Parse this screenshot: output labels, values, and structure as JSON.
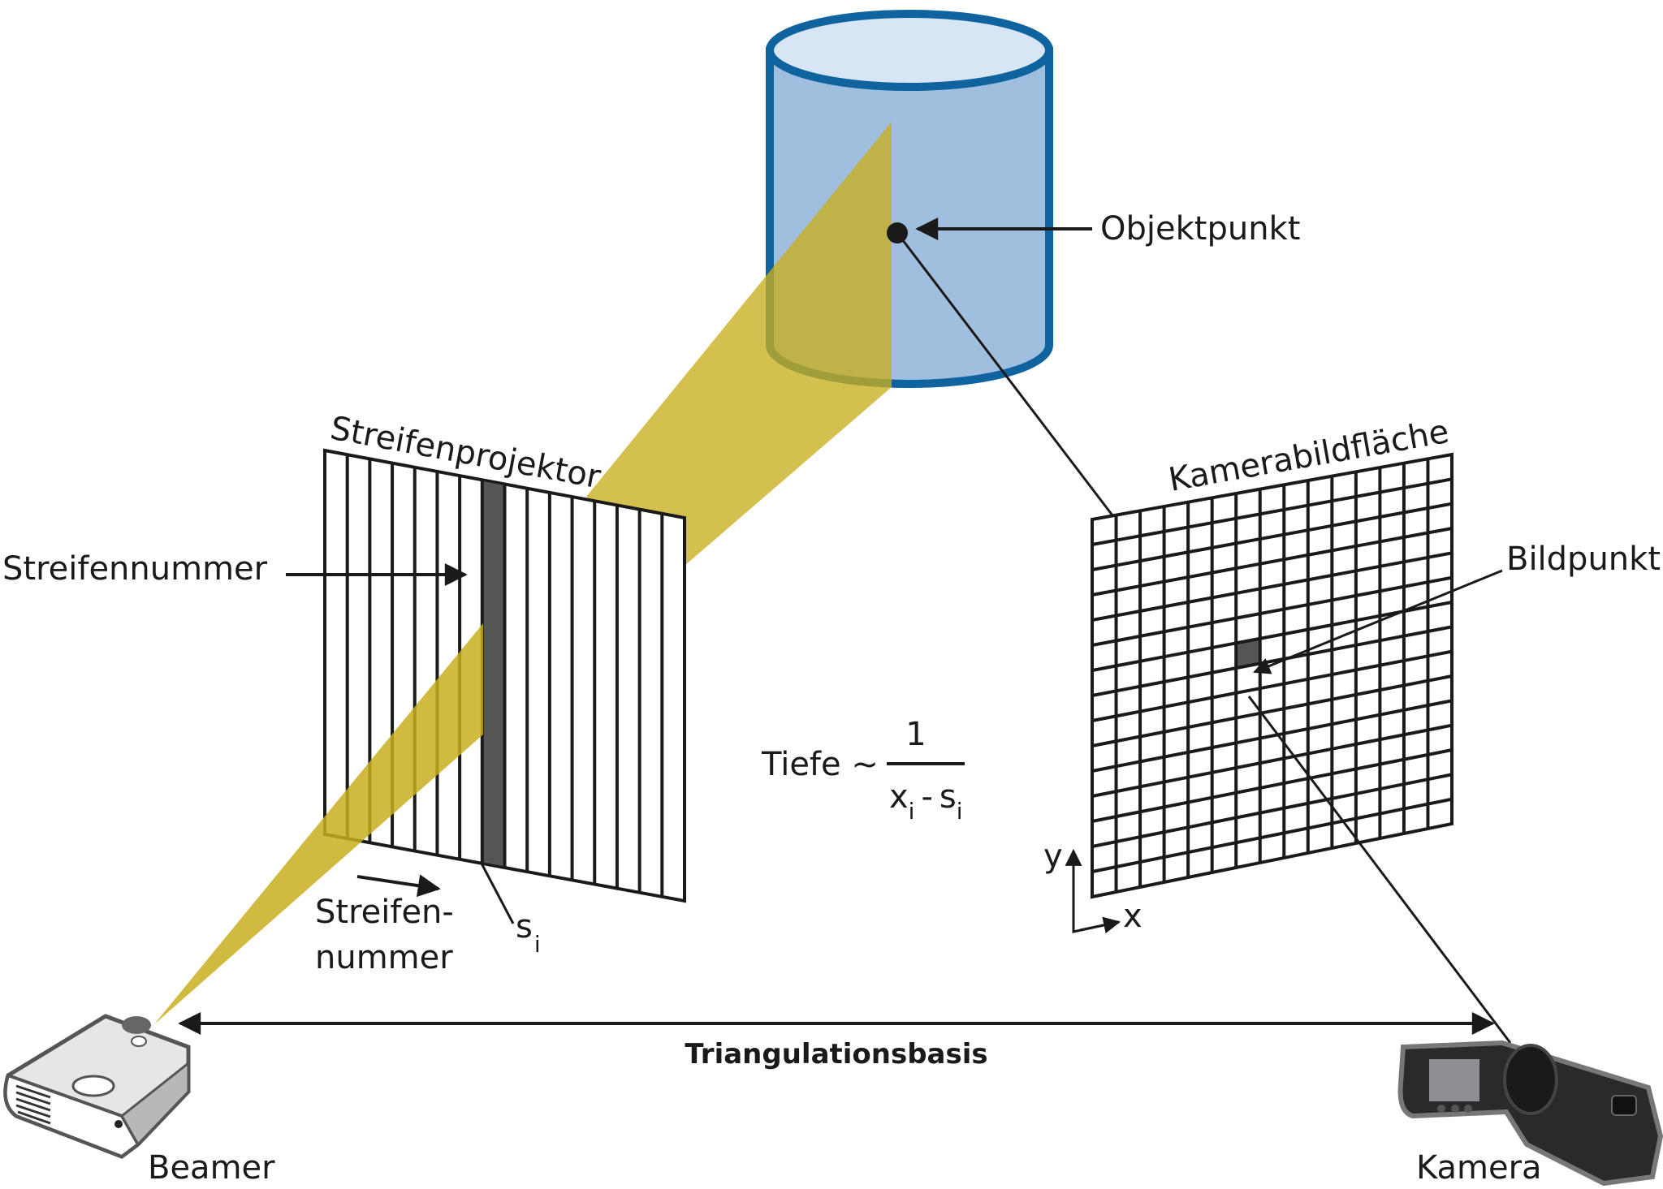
{
  "title": "Streifenprojektion Triangulation",
  "colors": {
    "cylinder_fill": "#a0bfdf",
    "cylinder_top": "#d8e5f4",
    "cylinder_stroke": "#0f64a0",
    "beam": "#c8ae1e",
    "stripe_dark": "#555555",
    "ink": "#1a1a1a"
  },
  "labels": {
    "object_point": "Objektpunkt",
    "projector_panel": "Streifenprojektor",
    "stripe_number": "Streifennummer",
    "stripe_direction_line1": "Streifen-",
    "stripe_direction_line2": "nummer",
    "stripe_index_main": "s",
    "stripe_index_sub": "i",
    "camera_panel": "Kamerabildfläche",
    "image_point": "Bildpunkt",
    "axis_x": "x",
    "axis_y": "y",
    "baseline": "Triangulationsbasis",
    "beamer": "Beamer",
    "camera": "Kamera"
  },
  "formula": {
    "lhs": "Tiefe ~",
    "numerator": "1",
    "den_x": "x",
    "den_x_sub": "i",
    "den_minus": "-",
    "den_s": "s",
    "den_s_sub": "i"
  },
  "projector_grid": {
    "stripes": 16,
    "highlighted_stripe": 7
  },
  "camera_grid": {
    "columns": 15,
    "rows": 15,
    "highlighted_cell": {
      "col": 6,
      "row": 6
    }
  }
}
